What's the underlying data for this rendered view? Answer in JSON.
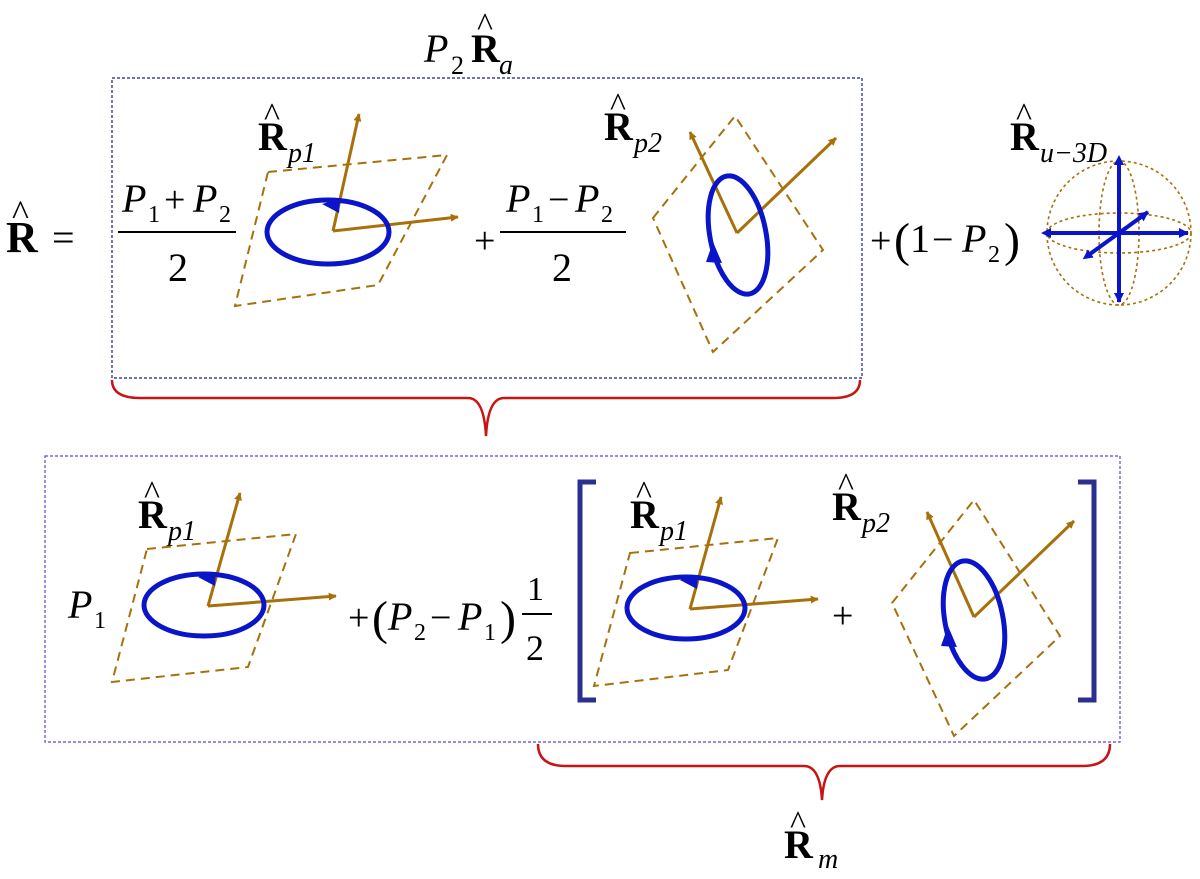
{
  "symbols": {
    "R": "R",
    "hat": "^",
    "P": "P",
    "sub_1": "1",
    "sub_2": "2",
    "sub_a": "a",
    "sub_p1": "p1",
    "sub_p2": "p2",
    "sub_u3d": "u−3D",
    "sub_m": "m",
    "equals": "=",
    "plus": "+",
    "minus": "−",
    "two": "2",
    "one": "1",
    "lparen": "(",
    "rparen": ")"
  },
  "colors": {
    "frame_top": "#1a1a8c",
    "frame_bottom": "#6a3fd8",
    "brace": "#c81414",
    "bracket": "#2b2f8f",
    "arrow": "#a8700a",
    "plane": "#a8700a",
    "ellipse": "#0a14c8",
    "sphere": "#a8700a",
    "sphere_arrows": "#0a14c8"
  },
  "icons": {
    "pol_state": "polarization-ellipse-icon",
    "sphere": "unpolarized-sphere-icon"
  }
}
